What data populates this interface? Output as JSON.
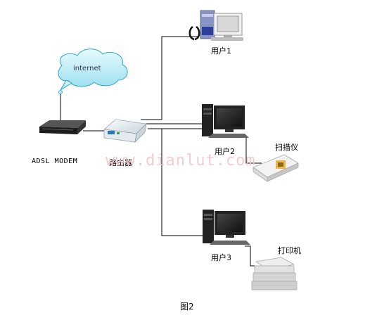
{
  "cloud": {
    "label": "internet"
  },
  "nodes": {
    "modem": {
      "label": "ADSL MODEM"
    },
    "router": {
      "label": "路由器"
    },
    "user1": {
      "label": "用户1"
    },
    "user2": {
      "label": "用户2"
    },
    "user3": {
      "label": "用户3"
    },
    "scanner": {
      "label": "扫描仪"
    },
    "printer": {
      "label": "打印机"
    }
  },
  "watermark": "www.dianlut.com",
  "caption": "图2"
}
